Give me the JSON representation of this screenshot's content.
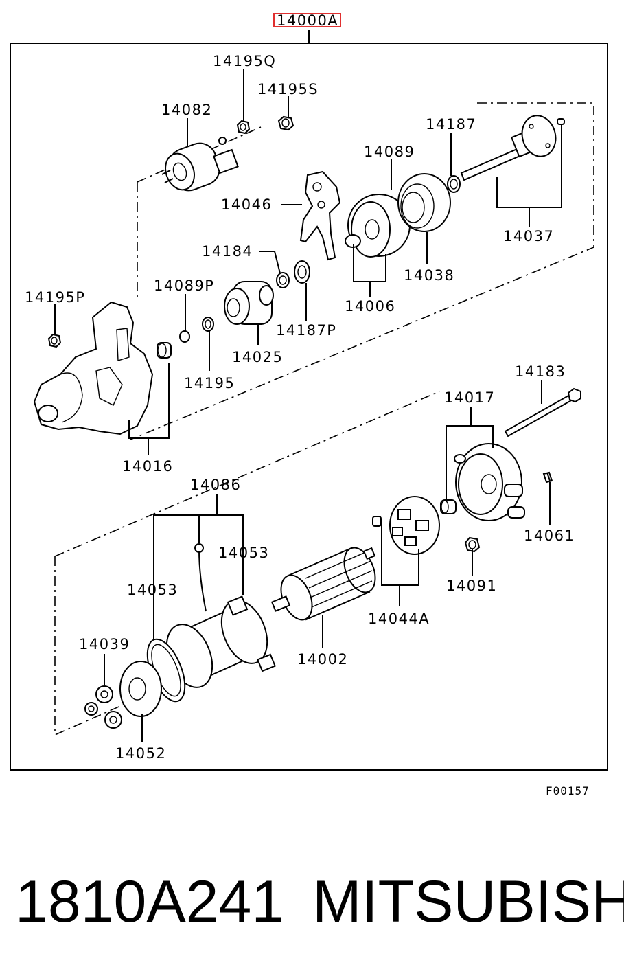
{
  "assembly": {
    "id": "14000A",
    "highlight_color": "#e03030"
  },
  "figure_code": "F00157",
  "labels": {
    "l14195Q": "14195Q",
    "l14195S": "14195S",
    "l14082": "14082",
    "l14187": "14187",
    "l14089": "14089",
    "l14046": "14046",
    "l14037": "14037",
    "l14184": "14184",
    "l14038": "14038",
    "l14089P": "14089P",
    "l14195P": "14195P",
    "l14006": "14006",
    "l14187P": "14187P",
    "l14025": "14025",
    "l14195": "14195",
    "l14183": "14183",
    "l14017": "14017",
    "l14016": "14016",
    "l14086": "14086",
    "l14061": "14061",
    "l14053a": "14053",
    "l14053b": "14053",
    "l14091": "14091",
    "l14044A": "14044A",
    "l14039": "14039",
    "l14002": "14002",
    "l14052": "14052"
  },
  "footer": {
    "part_number": "1810A241",
    "brand": "MITSUBISHI"
  }
}
